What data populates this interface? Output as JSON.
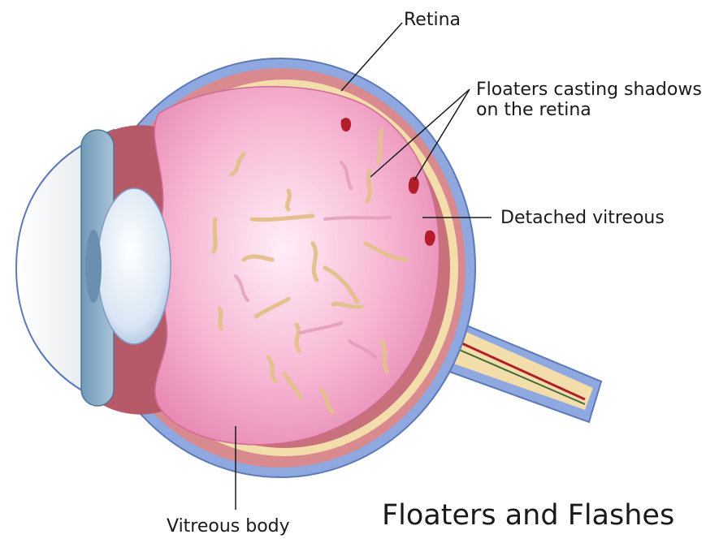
{
  "title": "Floaters and Flashes",
  "labels": {
    "retina": "Retina",
    "floaters_line1": "Floaters casting shadows",
    "floaters_line2": "on the retina",
    "detached_vitreous": "Detached vitreous",
    "vitreous_body": "Vitreous body"
  },
  "colors": {
    "sclera_outer": "#8fa9e0",
    "choroid": "#d98a8f",
    "retina_layer": "#f2ddab",
    "vitreous": "#f4a9c9",
    "vitreous_center": "#ffe9f3",
    "lens": "#dfe9f5",
    "cornea": "#eef1f3",
    "floater": "#e5c79a",
    "optic_nerve": "#f2ddab",
    "blood_spot": "#b31d2a"
  }
}
